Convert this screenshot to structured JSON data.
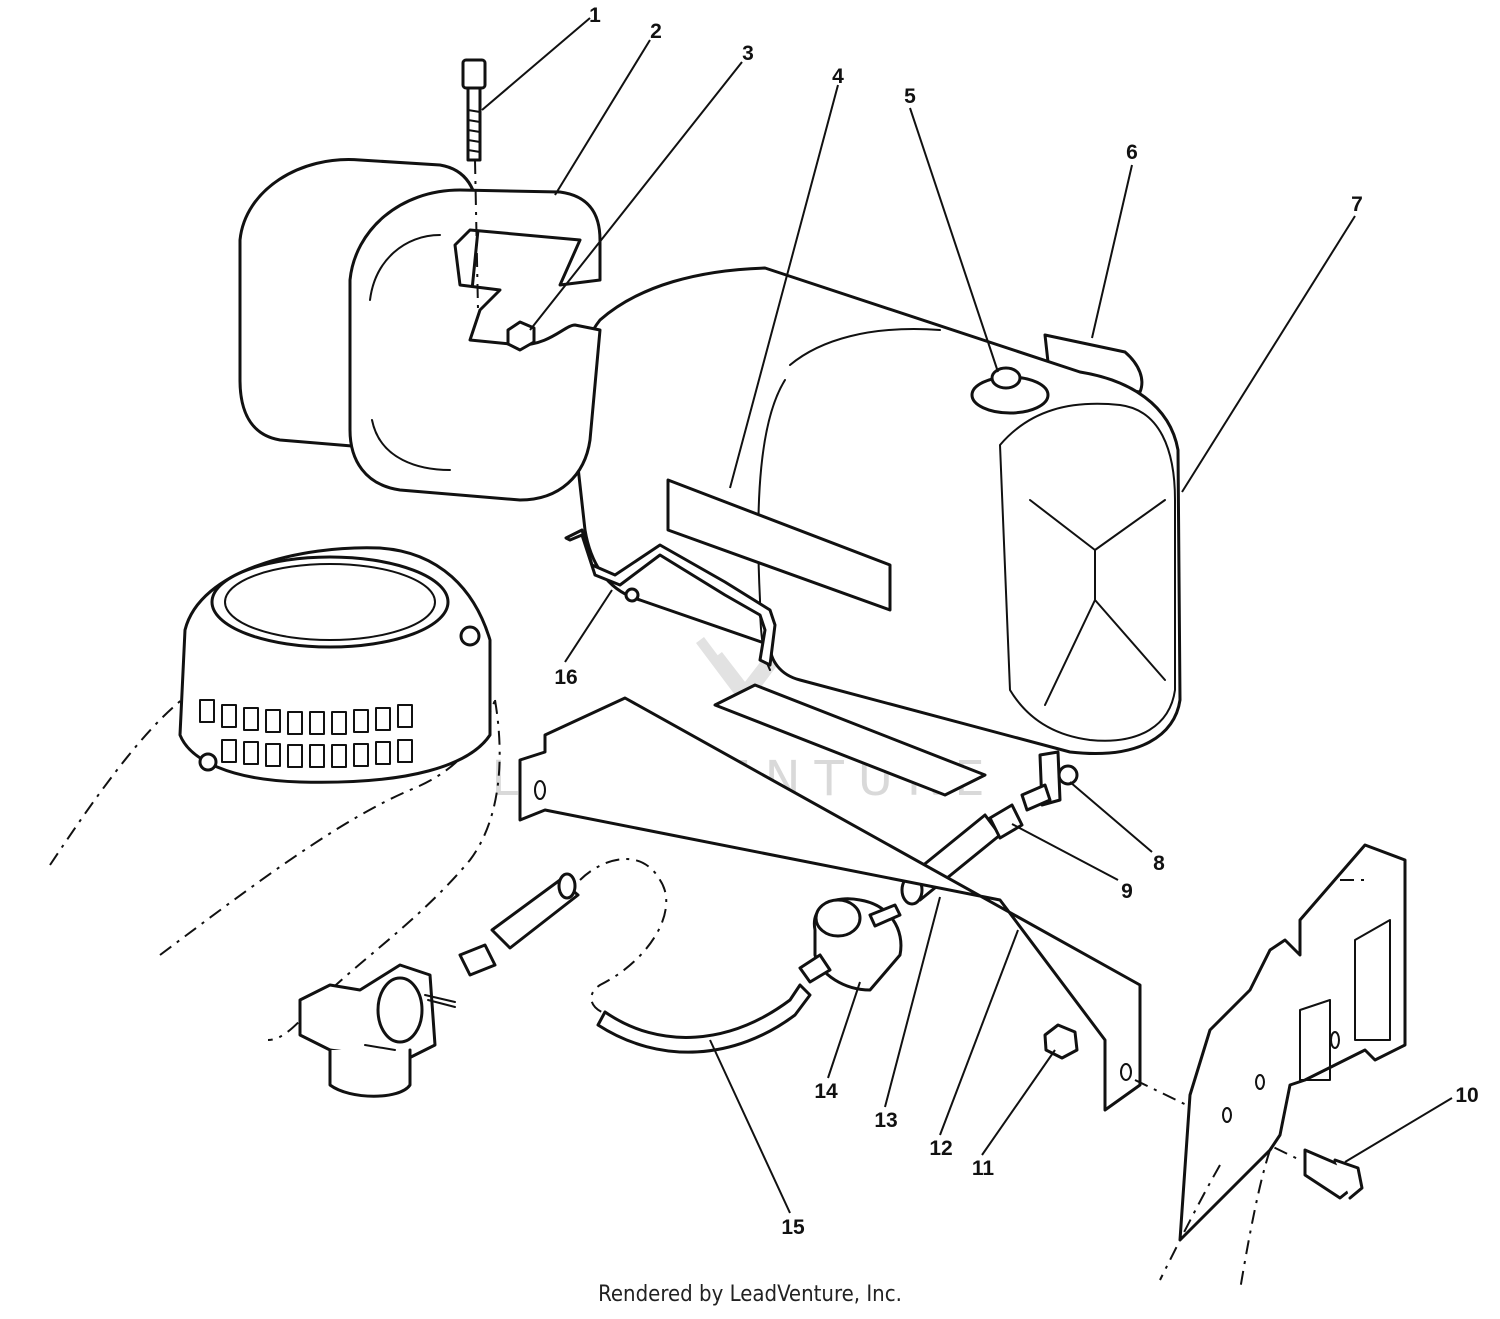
{
  "watermark": {
    "text": "LEADVENTURE"
  },
  "footer": {
    "text": "Rendered by LeadVenture, Inc."
  },
  "callouts": [
    {
      "label": "1"
    },
    {
      "label": "2"
    },
    {
      "label": "3"
    },
    {
      "label": "4"
    },
    {
      "label": "5"
    },
    {
      "label": "6"
    },
    {
      "label": "7"
    },
    {
      "label": "8"
    },
    {
      "label": "9"
    },
    {
      "label": "10"
    },
    {
      "label": "11"
    },
    {
      "label": "12"
    },
    {
      "label": "13"
    },
    {
      "label": "14"
    },
    {
      "label": "15"
    },
    {
      "label": "16"
    }
  ],
  "colors": {
    "ink": "#111111",
    "paper": "#ffffff",
    "watermark": "#d9d9d9"
  }
}
